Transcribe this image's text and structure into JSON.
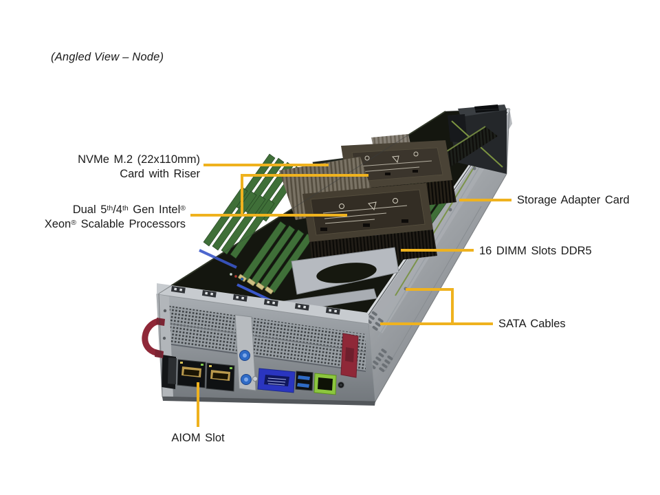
{
  "figure": {
    "title": "(Angled View – Node)"
  },
  "colors": {
    "callout_line": "#EFB21E",
    "label_text": "#1a1a1a",
    "background": "#ffffff",
    "vga_blue": "#2a35c0",
    "lan_green": "#8cc63e",
    "latch_red": "#8f2838",
    "screw_blue": "#2f6bc6",
    "pcb_green": "#3f6f38"
  },
  "callouts": {
    "nvme": {
      "line1": "NVMe M.2 (22x110mm)",
      "line2": "Card with Riser"
    },
    "cpu": {
      "line1_pre": "Dual 5",
      "sup1": "th",
      "line1_mid": "/4",
      "sup2": "th",
      "line1_post": " Gen Intel",
      "reg1": "®",
      "line2_pre": "Xeon",
      "reg2": "®",
      "line2_post": " Scalable Processors"
    },
    "storage": {
      "label": "Storage Adapter Card"
    },
    "dimm": {
      "label": "16 DIMM Slots DDR5"
    },
    "sata": {
      "label": "SATA Cables"
    },
    "aiom": {
      "label": "AIOM Slot"
    }
  }
}
